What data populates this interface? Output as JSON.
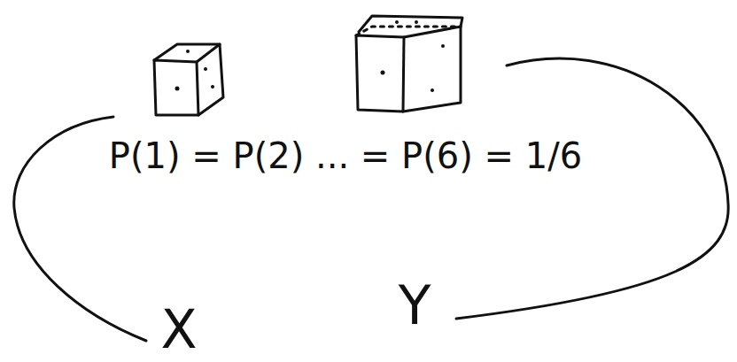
{
  "diagram": {
    "labels": [
      "P(1) = P(2) ... = P(6) = 1/6",
      "X",
      "Y"
    ]
  }
}
